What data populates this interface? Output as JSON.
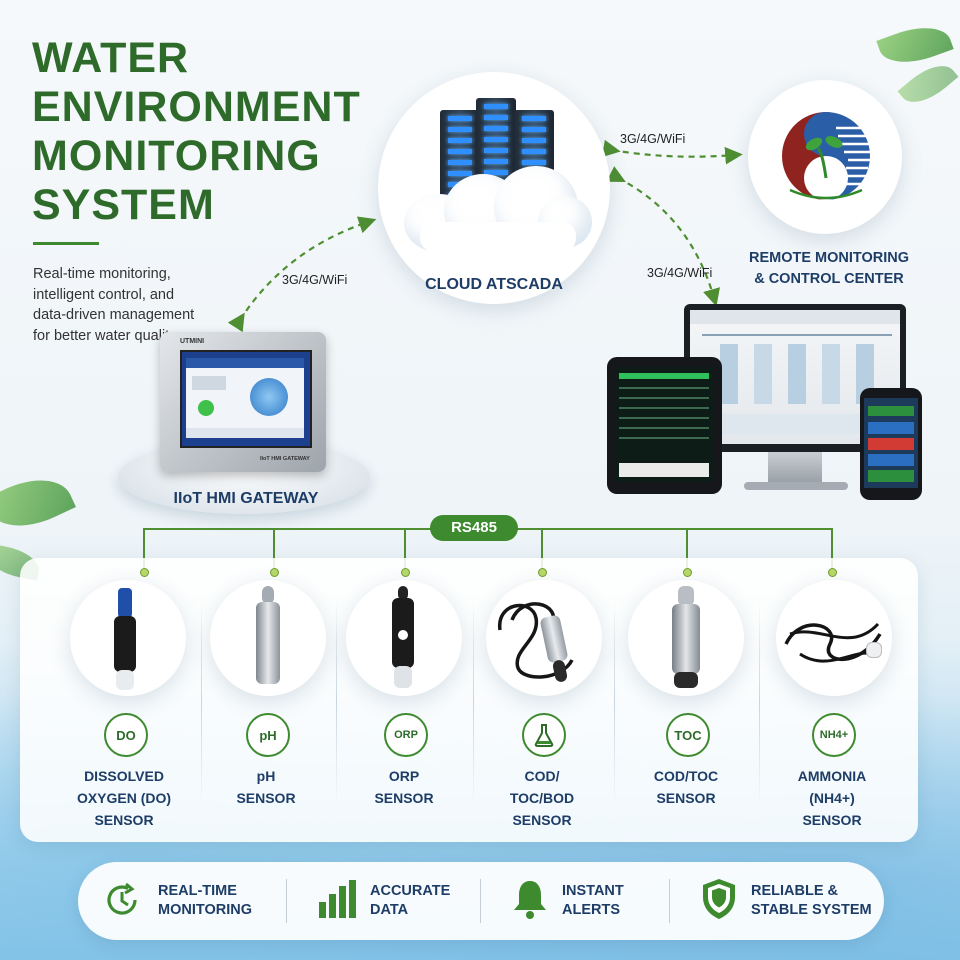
{
  "title_lines": [
    "WATER",
    "ENVIRONMENT",
    "MONITORING",
    "SYSTEM"
  ],
  "intro": "Real-time monitoring, intelligent control, and data-driven management for better water quality.",
  "cloud": {
    "label": "CLOUD ATSCADA"
  },
  "remote_center": {
    "label_lines": [
      "REMOTE MONITORING",
      "& CONTROL CENTER"
    ]
  },
  "gateway": {
    "label": "IIoT HMI GATEWAY",
    "brand_text": "UTMINI",
    "tag_text": "IIoT HMI GATEWAY"
  },
  "links": {
    "gateway_cloud": "3G/4G/WiFi",
    "cloud_remote": "3G/4G/WiFi",
    "cloud_devices": "3G/4G/WiFi"
  },
  "bus": {
    "label": "RS485"
  },
  "sensors": [
    {
      "icon_text": "DO",
      "name_lines": [
        "DISSOLVED",
        "OXYGEN (DO)",
        "SENSOR"
      ]
    },
    {
      "icon_text": "pH",
      "name_lines": [
        "pH",
        "SENSOR"
      ]
    },
    {
      "icon_text": "ORP",
      "name_lines": [
        "ORP",
        "SENSOR"
      ]
    },
    {
      "icon_text": "",
      "name_lines": [
        "COD/",
        "TOC/BOD",
        "SENSOR"
      ]
    },
    {
      "icon_text": "TOC",
      "name_lines": [
        "COD/TOC",
        "SENSOR"
      ]
    },
    {
      "icon_text": "NH4+",
      "name_lines": [
        "AMMONIA",
        "(NH4+)",
        "SENSOR"
      ]
    }
  ],
  "features": [
    {
      "icon": "clock-icon",
      "lines": [
        "REAL-TIME",
        "MONITORING"
      ]
    },
    {
      "icon": "bar-chart-icon",
      "lines": [
        "ACCURATE",
        "DATA"
      ]
    },
    {
      "icon": "bell-icon",
      "lines": [
        "INSTANT",
        "ALERTS"
      ]
    },
    {
      "icon": "shield-check-icon",
      "lines": [
        "RELIABLE &",
        "STABLE SYSTEM"
      ]
    }
  ],
  "colors": {
    "brand_green": "#3d8a2f",
    "title_green": "#2e6b2a",
    "navy": "#1e3d66"
  }
}
